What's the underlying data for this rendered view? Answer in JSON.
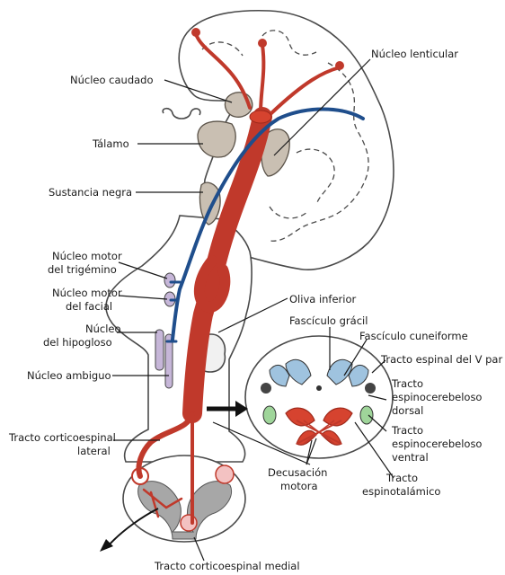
{
  "labels": {
    "nucleo_caudado": "Núcleo caudado",
    "talamo": "Tálamo",
    "sustancia_negra": "Sustancia negra",
    "nucleo_motor_trigemino_1": "Núcleo motor",
    "nucleo_motor_trigemino_2": "del trigémino",
    "nucleo_motor_facial_1": "Núcleo motor",
    "nucleo_motor_facial_2": "del facial",
    "nucleo_hipogloso_1": "Núcleo",
    "nucleo_hipogloso_2": "del hipogloso",
    "nucleo_ambiguo": "Núcleo ambiguo",
    "tracto_corticoespinal_lateral_1": "Tracto corticoespinal",
    "tracto_corticoespinal_lateral_2": "lateral",
    "tracto_corticoespinal_medial": "Tracto corticoespinal medial",
    "nucleo_lenticular": "Núcleo lenticular",
    "oliva_inferior": "Oliva inferior",
    "fasciculo_gracil": "Fascículo grácil",
    "fasciculo_cuneiforme": "Fascículo cuneiforme",
    "tracto_espinal_v_par": "Tracto espinal del V par",
    "espinocerebeloso_dorsal_1": "Tracto",
    "espinocerebeloso_dorsal_2": "espinocerebeloso",
    "espinocerebeloso_dorsal_3": "dorsal",
    "espinocerebeloso_ventral_1": "Tracto",
    "espinocerebeloso_ventral_2": "espinocerebeloso",
    "espinocerebeloso_ventral_3": "ventral",
    "espinotalamico_1": "Tracto",
    "espinotalamico_2": "espinotalámico",
    "decusacion_1": "Decusación",
    "decusacion_2": "motora"
  },
  "colors": {
    "motor_tract": "#c0392b",
    "sensory_tract": "#1f4e8c",
    "nucleus": "#c9bfb2",
    "ambiguo": "#c6b6d8",
    "gracile_cuneate": "#9fc3df",
    "spinocerebellar": "#9fd59a"
  }
}
